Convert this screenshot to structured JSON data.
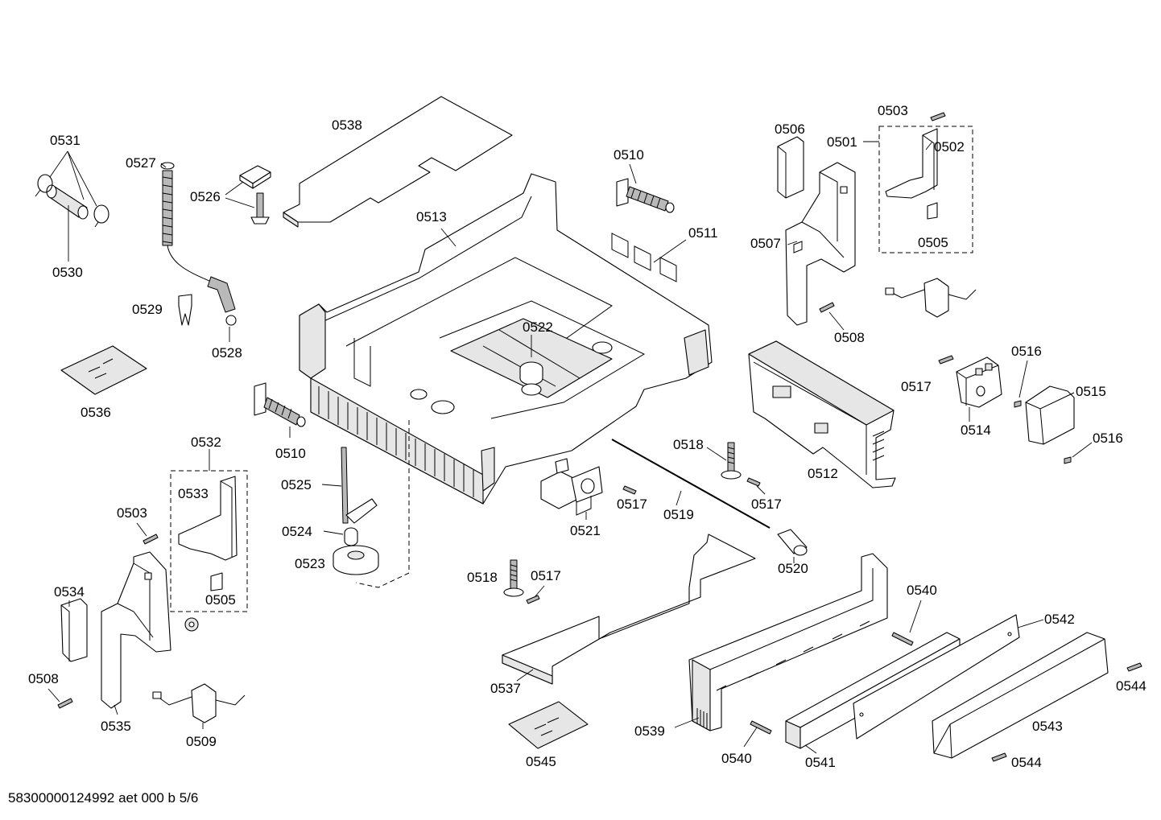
{
  "footer_code": "58300000124992 aet 000 b 5/6",
  "labels": {
    "p0501": "0501",
    "p0502": "0502",
    "p0503a": "0503",
    "p0503b": "0503",
    "p0505a": "0505",
    "p0505b": "0505",
    "p0506": "0506",
    "p0507": "0507",
    "p0508a": "0508",
    "p0508b": "0508",
    "p0509": "0509",
    "p0510a": "0510",
    "p0510b": "0510",
    "p0511": "0511",
    "p0512": "0512",
    "p0513": "0513",
    "p0514": "0514",
    "p0515": "0515",
    "p0516a": "0516",
    "p0516b": "0516",
    "p0517a": "0517",
    "p0517b": "0517",
    "p0517c": "0517",
    "p0517d": "0517",
    "p0518a": "0518",
    "p0518b": "0518",
    "p0519": "0519",
    "p0520": "0520",
    "p0521": "0521",
    "p0522": "0522",
    "p0523": "0523",
    "p0524": "0524",
    "p0525": "0525",
    "p0526": "0526",
    "p0527": "0527",
    "p0528": "0528",
    "p0529": "0529",
    "p0530": "0530",
    "p0531": "0531",
    "p0532": "0532",
    "p0533": "0533",
    "p0534": "0534",
    "p0535": "0535",
    "p0536": "0536",
    "p0537": "0537",
    "p0538": "0538",
    "p0539": "0539",
    "p0540a": "0540",
    "p0540b": "0540",
    "p0541": "0541",
    "p0542": "0542",
    "p0543": "0543",
    "p0544a": "0544",
    "p0544b": "0544",
    "p0545": "0545"
  }
}
